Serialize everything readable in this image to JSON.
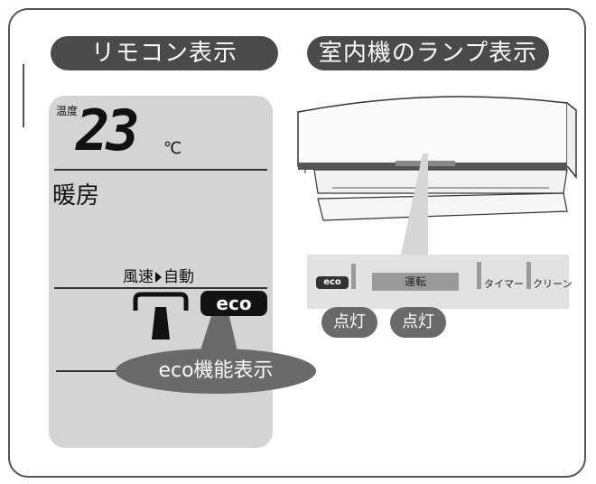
{
  "remote": {
    "title": "リモコン表示",
    "temp_label": "温度",
    "temp_value": "23",
    "temp_unit": "℃",
    "mode": "暖房",
    "fan_mode": "風速",
    "fan_value": "自動",
    "eco_badge": "eco",
    "eco_callout": "eco機能表示"
  },
  "indoor_unit": {
    "title": "室内機のランプ表示",
    "lamp_eco": "eco",
    "lamp_run": "運転",
    "lamp_timer": "タイマー",
    "lamp_clean": "クリーン",
    "lit_label_1": "点灯",
    "lit_label_2": "点灯"
  },
  "colors": {
    "pill": "#4a4a4a",
    "panel": "#d4d4d4",
    "callout": "#6a6a6a"
  }
}
